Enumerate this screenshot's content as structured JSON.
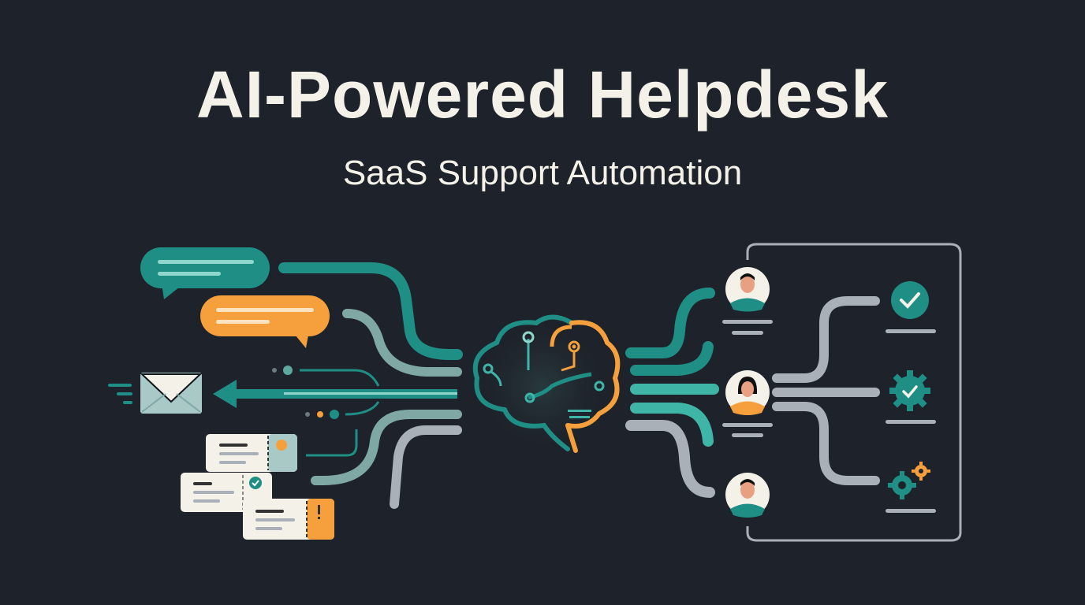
{
  "header": {
    "title": "AI-Powered Helpdesk",
    "subtitle": "SaaS Support Automation"
  },
  "colors": {
    "background": "#1e222a",
    "teal": "#1f8f86",
    "teal_light": "#3fb5a8",
    "orange": "#f5a03c",
    "gray": "#aab0b8",
    "cream": "#f3f1e8"
  },
  "diagram": {
    "inputs": [
      "chat-message-teal",
      "chat-message-orange",
      "email",
      "ticket-pending",
      "ticket-resolved",
      "ticket-urgent"
    ],
    "core": "ai-brain",
    "agents": [
      "agent-1",
      "agent-2",
      "agent-3"
    ],
    "outcomes": [
      "resolved-check",
      "automated-gear-check",
      "processing-gears"
    ]
  }
}
